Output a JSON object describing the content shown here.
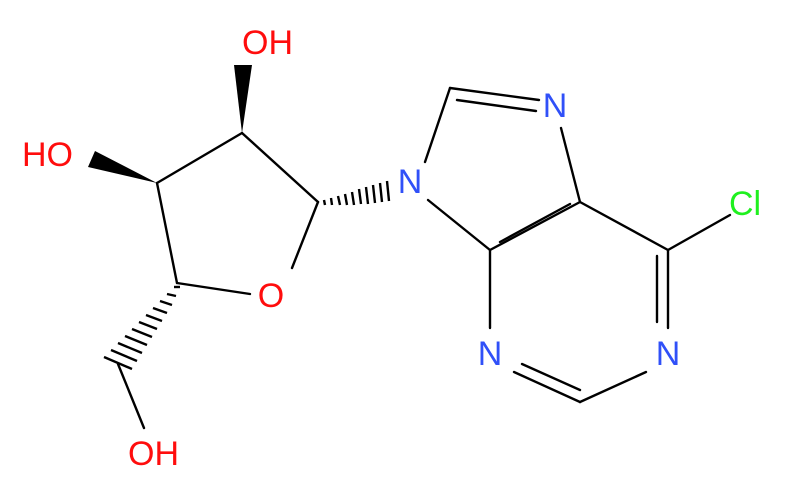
{
  "atoms": {
    "oh_top": "OH",
    "oh_left": "HO",
    "oh_bottom": "OH",
    "ring_o": "O",
    "n9": "N",
    "n7": "N",
    "n3": "N",
    "n1": "N",
    "cl": "Cl"
  },
  "colors": {
    "bond": "#000000",
    "oxygen": "#ff0d0d",
    "nitrogen": "#3050f8",
    "chlorine": "#1ff01f"
  }
}
